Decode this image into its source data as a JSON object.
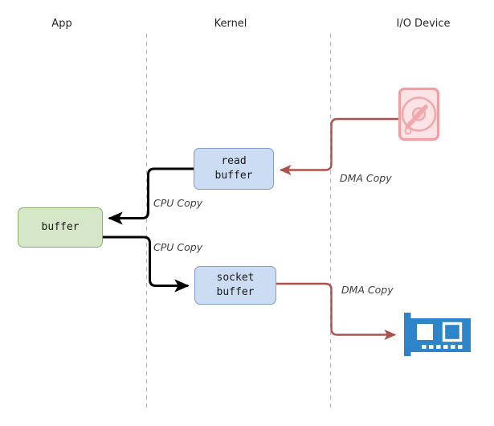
{
  "columns": {
    "app": "App",
    "kernel": "Kernel",
    "io_device": "I/O Device"
  },
  "nodes": {
    "read_buffer": "read\nbuffer",
    "socket_buffer": "socket\nbuffer",
    "app_buffer": "buffer"
  },
  "edges": {
    "cpu_copy_1": "CPU Copy",
    "cpu_copy_2": "CPU Copy",
    "dma_copy_1": "DMA Copy",
    "dma_copy_2": "DMA Copy"
  },
  "icons": {
    "disk": "hard-disk-icon",
    "nic": "network-card-icon"
  },
  "colors": {
    "dma_line": "#b0504b",
    "cpu_line": "#000000",
    "divider": "#b5b5b5",
    "kernel_box_fill": "#ccdcf2",
    "kernel_box_border": "#7f9dc4",
    "app_box_fill": "#d5e7c8",
    "app_box_border": "#86b26a",
    "disk_icon": "#f0a8ab",
    "nic_icon": "#2d84c8",
    "text": "#262626"
  }
}
